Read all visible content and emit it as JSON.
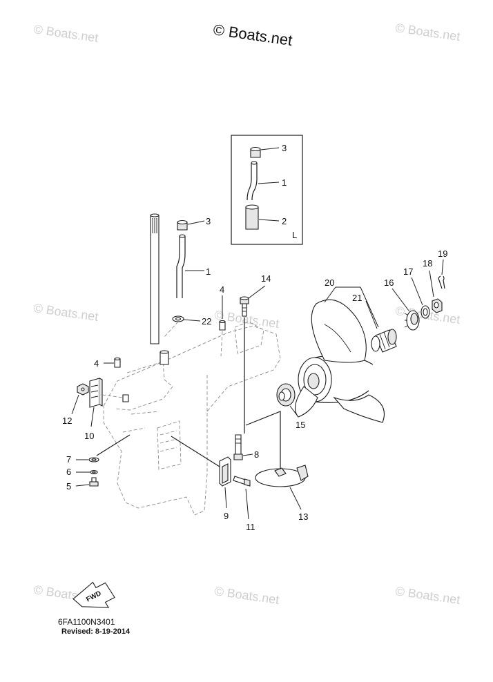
{
  "copyright": "© Boats.net",
  "watermark_text": "© Boats.net",
  "inset": {
    "label": "L"
  },
  "callouts": [
    "1",
    "2",
    "3",
    "4",
    "5",
    "6",
    "7",
    "8",
    "9",
    "10",
    "11",
    "12",
    "13",
    "14",
    "15",
    "16",
    "17",
    "18",
    "19",
    "20",
    "21",
    "22"
  ],
  "footer": {
    "code": "6FA1100N3401",
    "revised": "Revised: 8-19-2014",
    "fwd_label": "FWD"
  },
  "colors": {
    "line": "#1a1a1a",
    "ghost": "#8a8a8a",
    "watermark": "#cfcfcf",
    "background": "#ffffff"
  }
}
